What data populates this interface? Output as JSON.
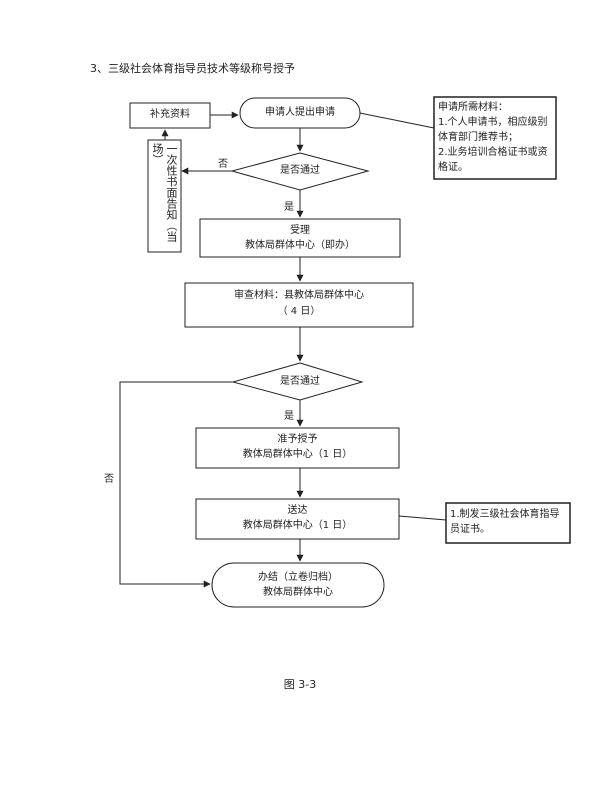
{
  "heading": "3、三级社会体育指导员技术等级称号授予",
  "nodes": {
    "supplement": "补充资料",
    "apply": "申请人提出申请",
    "check1": "是否通过",
    "one_time_notice": "一次性书面告知（当场）",
    "accept_line1": "受理",
    "accept_line2": "教体局群体中心（即办）",
    "review_line1": "审查材料：县教体局群体中心",
    "review_line2": "（ 4 日）",
    "check2": "是否通过",
    "grant_line1": "准予授予",
    "grant_line2": "教体局群体中心（1 日）",
    "deliver_line1": "送达",
    "deliver_line2": "教体局群体中心（1 日）",
    "finish_line1": "办结（立卷归档）",
    "finish_line2": "教体局群体中心"
  },
  "notes": {
    "materials_title": "申请所需材料：",
    "materials_item1": "1.个人申请书，相应级别体育部门推荐书；",
    "materials_item2": "2.业务培训合格证书或资格证。",
    "certificate": "1.制发三级社会体育指导员证书。"
  },
  "edge_labels": {
    "no_1": "否",
    "yes_1": "是",
    "yes_2": "是",
    "no_2": "否"
  },
  "caption": "图 3-3"
}
